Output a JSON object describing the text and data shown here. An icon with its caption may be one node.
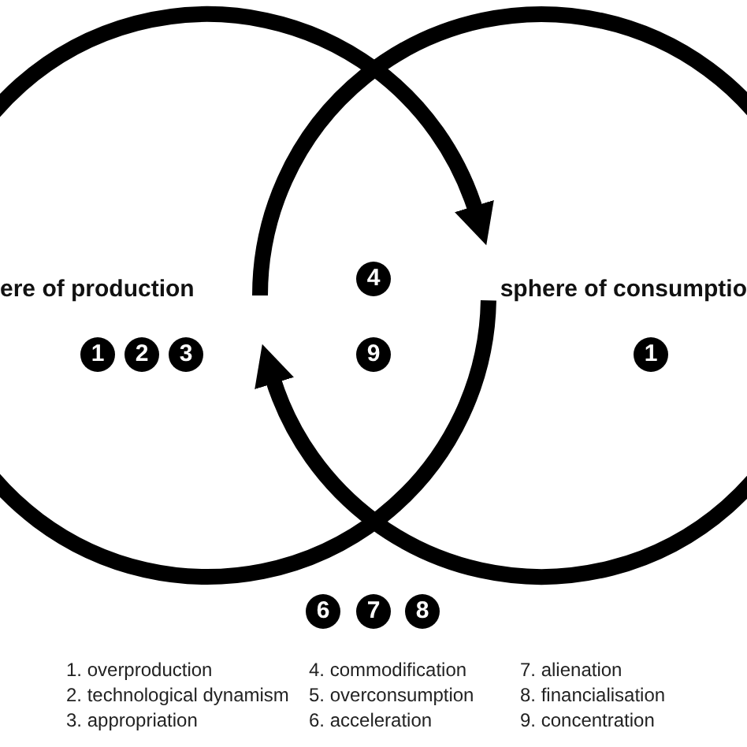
{
  "diagram": {
    "nodes": [
      {
        "text": [
          "ere of production"
        ]
      },
      {
        "text": [
          "sphere of consumptio"
        ]
      },
      {
        "text": [
          "1"
        ],
        "in": 0
      },
      {
        "text": [
          "2"
        ],
        "in": 0
      },
      {
        "text": [
          "3"
        ],
        "in": 0
      },
      {
        "text": [
          "4"
        ]
      },
      {
        "text": [
          "9"
        ]
      },
      {
        "text": [
          "1"
        ],
        "in": 1
      },
      {
        "text": [
          "6"
        ]
      },
      {
        "text": [
          "7"
        ]
      },
      {
        "text": [
          "8"
        ]
      }
    ],
    "edges": [
      {
        "from": 0,
        "to": 1,
        "arrow": "to"
      },
      {
        "from": 1,
        "to": 0,
        "arrow": "to"
      }
    ],
    "labels": [
      "1. overproduction",
      "4. commodification",
      "7. alienation",
      "2. technological dynamism",
      "5. overconsumption",
      "8. financialisation",
      "3. appropriation",
      "6. acceleration",
      "9. concentration"
    ]
  }
}
